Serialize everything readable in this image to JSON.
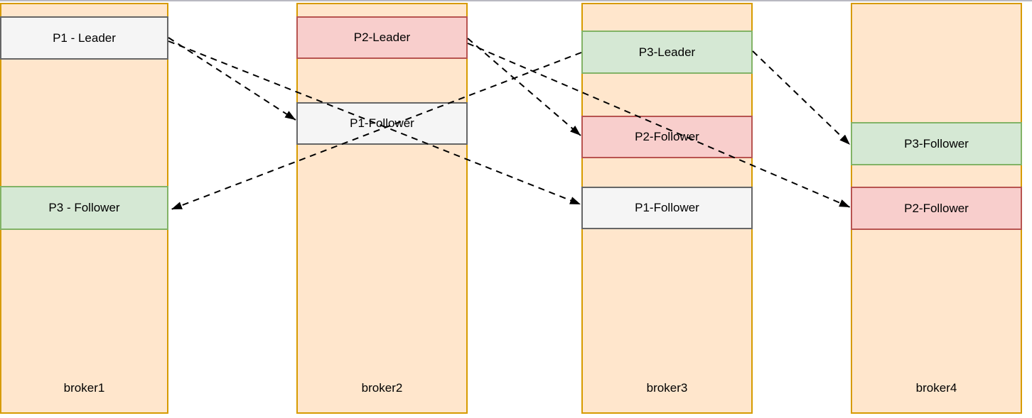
{
  "colors": {
    "broker_fill": "#ffe6cc",
    "broker_stroke": "#d79b00",
    "gray_fill": "#f5f5f5",
    "gray_stroke": "#666666",
    "red_fill": "#f8cecc",
    "red_stroke": "#b85450",
    "green_fill": "#d5e8d4",
    "green_stroke": "#82b366",
    "arrow_color": "#000000"
  },
  "brokers": [
    {
      "name": "broker1",
      "partitions": [
        {
          "label": "P1 - Leader"
        },
        {
          "label": "P3 - Follower"
        }
      ]
    },
    {
      "name": "broker2",
      "partitions": [
        {
          "label": "P2-Leader"
        },
        {
          "label": "P1-Follower"
        }
      ]
    },
    {
      "name": "broker3",
      "partitions": [
        {
          "label": "P3-Leader"
        },
        {
          "label": "P2-Follower"
        },
        {
          "label": "P1-Follower"
        }
      ]
    },
    {
      "name": "broker4",
      "partitions": [
        {
          "label": "P3-Follower"
        },
        {
          "label": "P2-Follower"
        }
      ]
    }
  ],
  "connections": [
    {
      "from": "broker1: P1 - Leader",
      "to": "broker2: P1-Follower"
    },
    {
      "from": "broker1: P1 - Leader",
      "to": "broker3: P1-Follower"
    },
    {
      "from": "broker2: P2-Leader",
      "to": "broker3: P2-Follower"
    },
    {
      "from": "broker2: P2-Leader",
      "to": "broker4: P2-Follower"
    },
    {
      "from": "broker3: P3-Leader",
      "to": "broker1: P3 - Follower"
    },
    {
      "from": "broker3: P3-Leader",
      "to": "broker4: P3-Follower"
    }
  ]
}
